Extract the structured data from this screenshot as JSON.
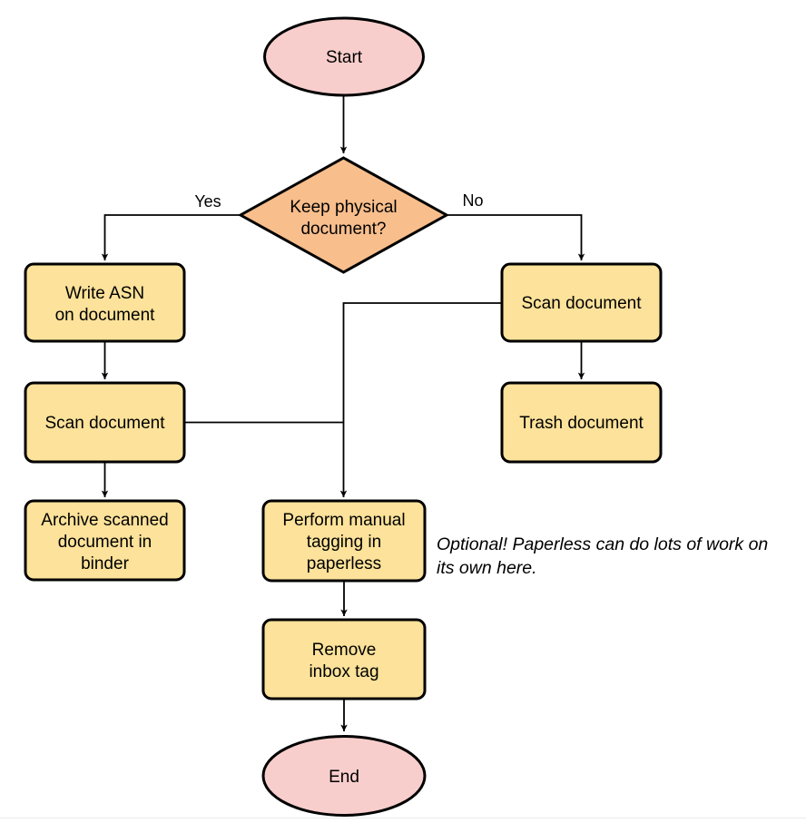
{
  "colors": {
    "terminal_fill": "#f8cecc",
    "decision_fill": "#f8be8c",
    "process_fill": "#fce29a",
    "stroke": "#000000",
    "text": "#000000",
    "page_edge_line": "#edf0f2"
  },
  "nodes": {
    "start": {
      "type": "terminal",
      "label": "Start"
    },
    "decision_keep_physical": {
      "type": "decision",
      "lines": [
        "Keep physical",
        "document?"
      ]
    },
    "write_asn": {
      "type": "process",
      "lines": [
        "Write ASN",
        "on document"
      ]
    },
    "scan_document_left": {
      "type": "process",
      "label": "Scan document"
    },
    "archive_binder": {
      "type": "process",
      "lines": [
        "Archive scanned",
        "document in",
        "binder"
      ]
    },
    "scan_document_right": {
      "type": "process",
      "label": "Scan document"
    },
    "trash_document": {
      "type": "process",
      "label": "Trash document"
    },
    "manual_tagging": {
      "type": "process",
      "lines": [
        "Perform manual",
        "tagging in",
        "paperless"
      ]
    },
    "remove_inbox_tag": {
      "type": "process",
      "lines": [
        "Remove",
        "inbox tag"
      ]
    },
    "end": {
      "type": "terminal",
      "label": "End"
    }
  },
  "edge_labels": {
    "yes": "Yes",
    "no": "No"
  },
  "annotation": {
    "lines": [
      "Optional! Paperless can do lots of work on",
      "its own here."
    ]
  }
}
